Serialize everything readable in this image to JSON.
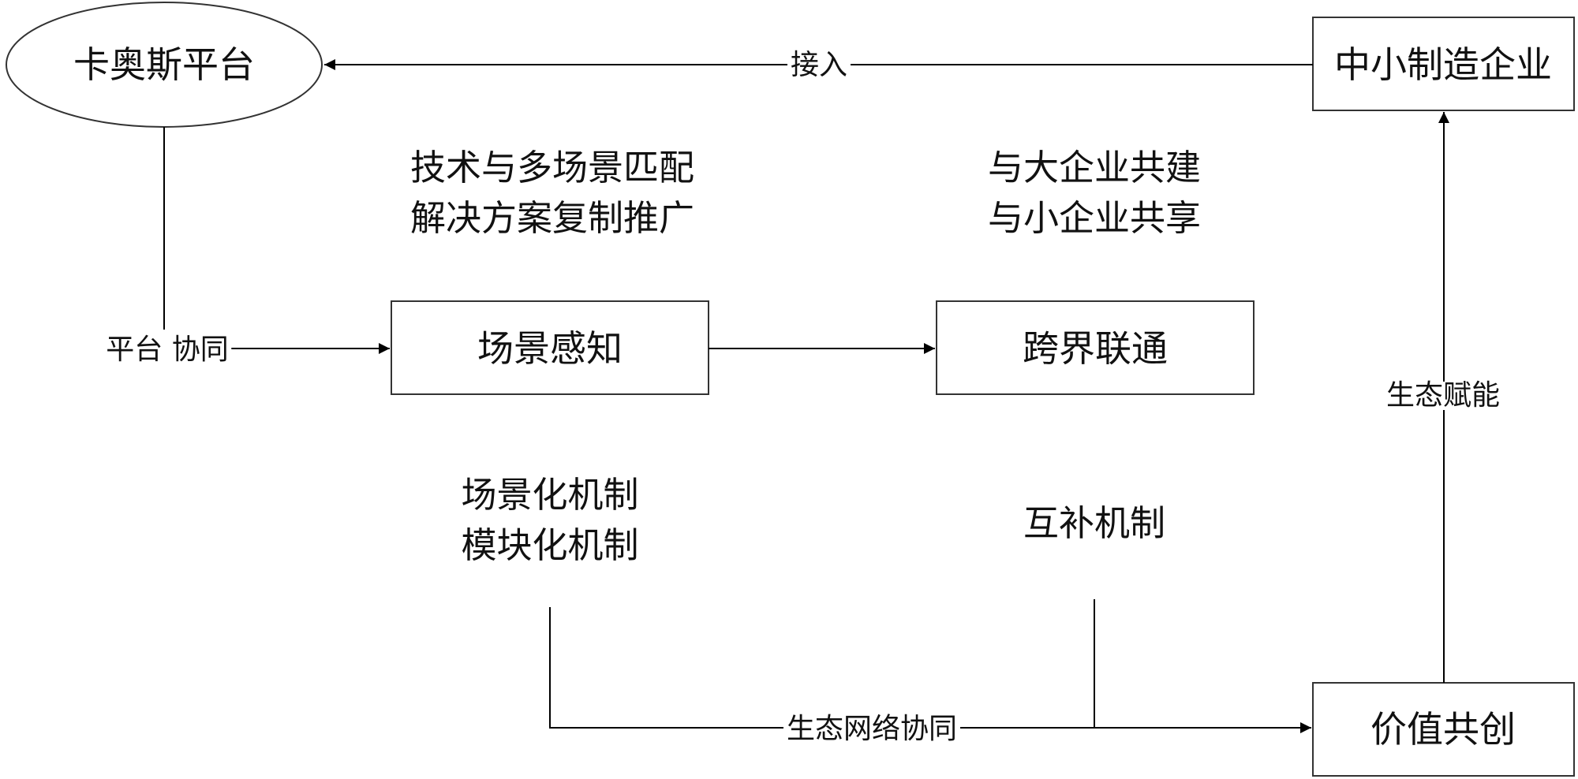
{
  "nodes": {
    "kaos_platform": "卡奥斯平台",
    "sme": "中小制造企业",
    "scene_perception": "场景感知",
    "cross_border": "跨界联通",
    "value_cocreation": "价值共创"
  },
  "edge_labels": {
    "access": "接入",
    "platform_collab": "平台 协同",
    "eco_empower": "生态赋能",
    "eco_network_collab": "生态网络协同"
  },
  "notes": {
    "tech_match_line1": "技术与多场景匹配",
    "tech_match_line2": "解决方案复制推广",
    "co_build_line1": "与大企业共建",
    "co_build_line2": "与小企业共享",
    "scene_mech_line1": "场景化机制",
    "scene_mech_line2": "模块化机制",
    "complement_mech": "互补机制"
  }
}
